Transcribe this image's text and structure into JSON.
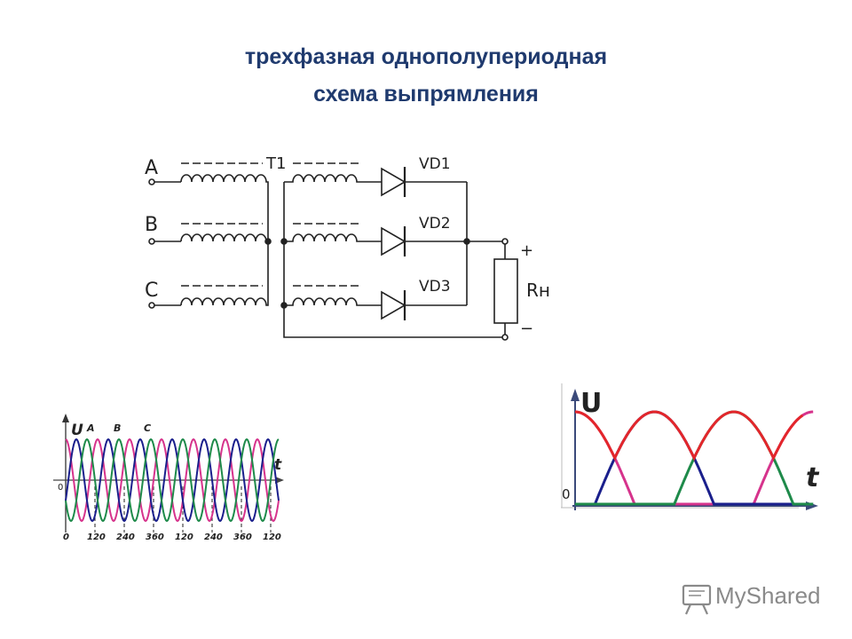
{
  "title": {
    "line1": "трехфазная однополупериодная",
    "line2": "схема выпрямления"
  },
  "schematic": {
    "phase_labels": [
      "A",
      "B",
      "C"
    ],
    "transformer_label": "T1",
    "diode_labels": [
      "VD1",
      "VD2",
      "VD3"
    ],
    "load_label": "Rн",
    "plus_label": "+",
    "minus_label": "−"
  },
  "phase_plot": {
    "y_label": "U",
    "x_label": "t",
    "series_labels": [
      "A",
      "B",
      "C"
    ],
    "zero_label": "0",
    "tick_labels": [
      "0",
      "120",
      "240",
      "360",
      "120",
      "240",
      "360",
      "120"
    ],
    "colors": {
      "A": "#d6338c",
      "B": "#1a1f8c",
      "C": "#1e8a4a"
    }
  },
  "output_plot": {
    "y_label": "U",
    "x_label": "t",
    "zero_label": "0",
    "envelope_color": "#e3262b",
    "colors": {
      "A": "#d6338c",
      "B": "#1a1f8c",
      "C": "#1e8a4a"
    }
  },
  "watermark": {
    "text": "MyShared",
    "icon": "presentation-board-icon"
  }
}
